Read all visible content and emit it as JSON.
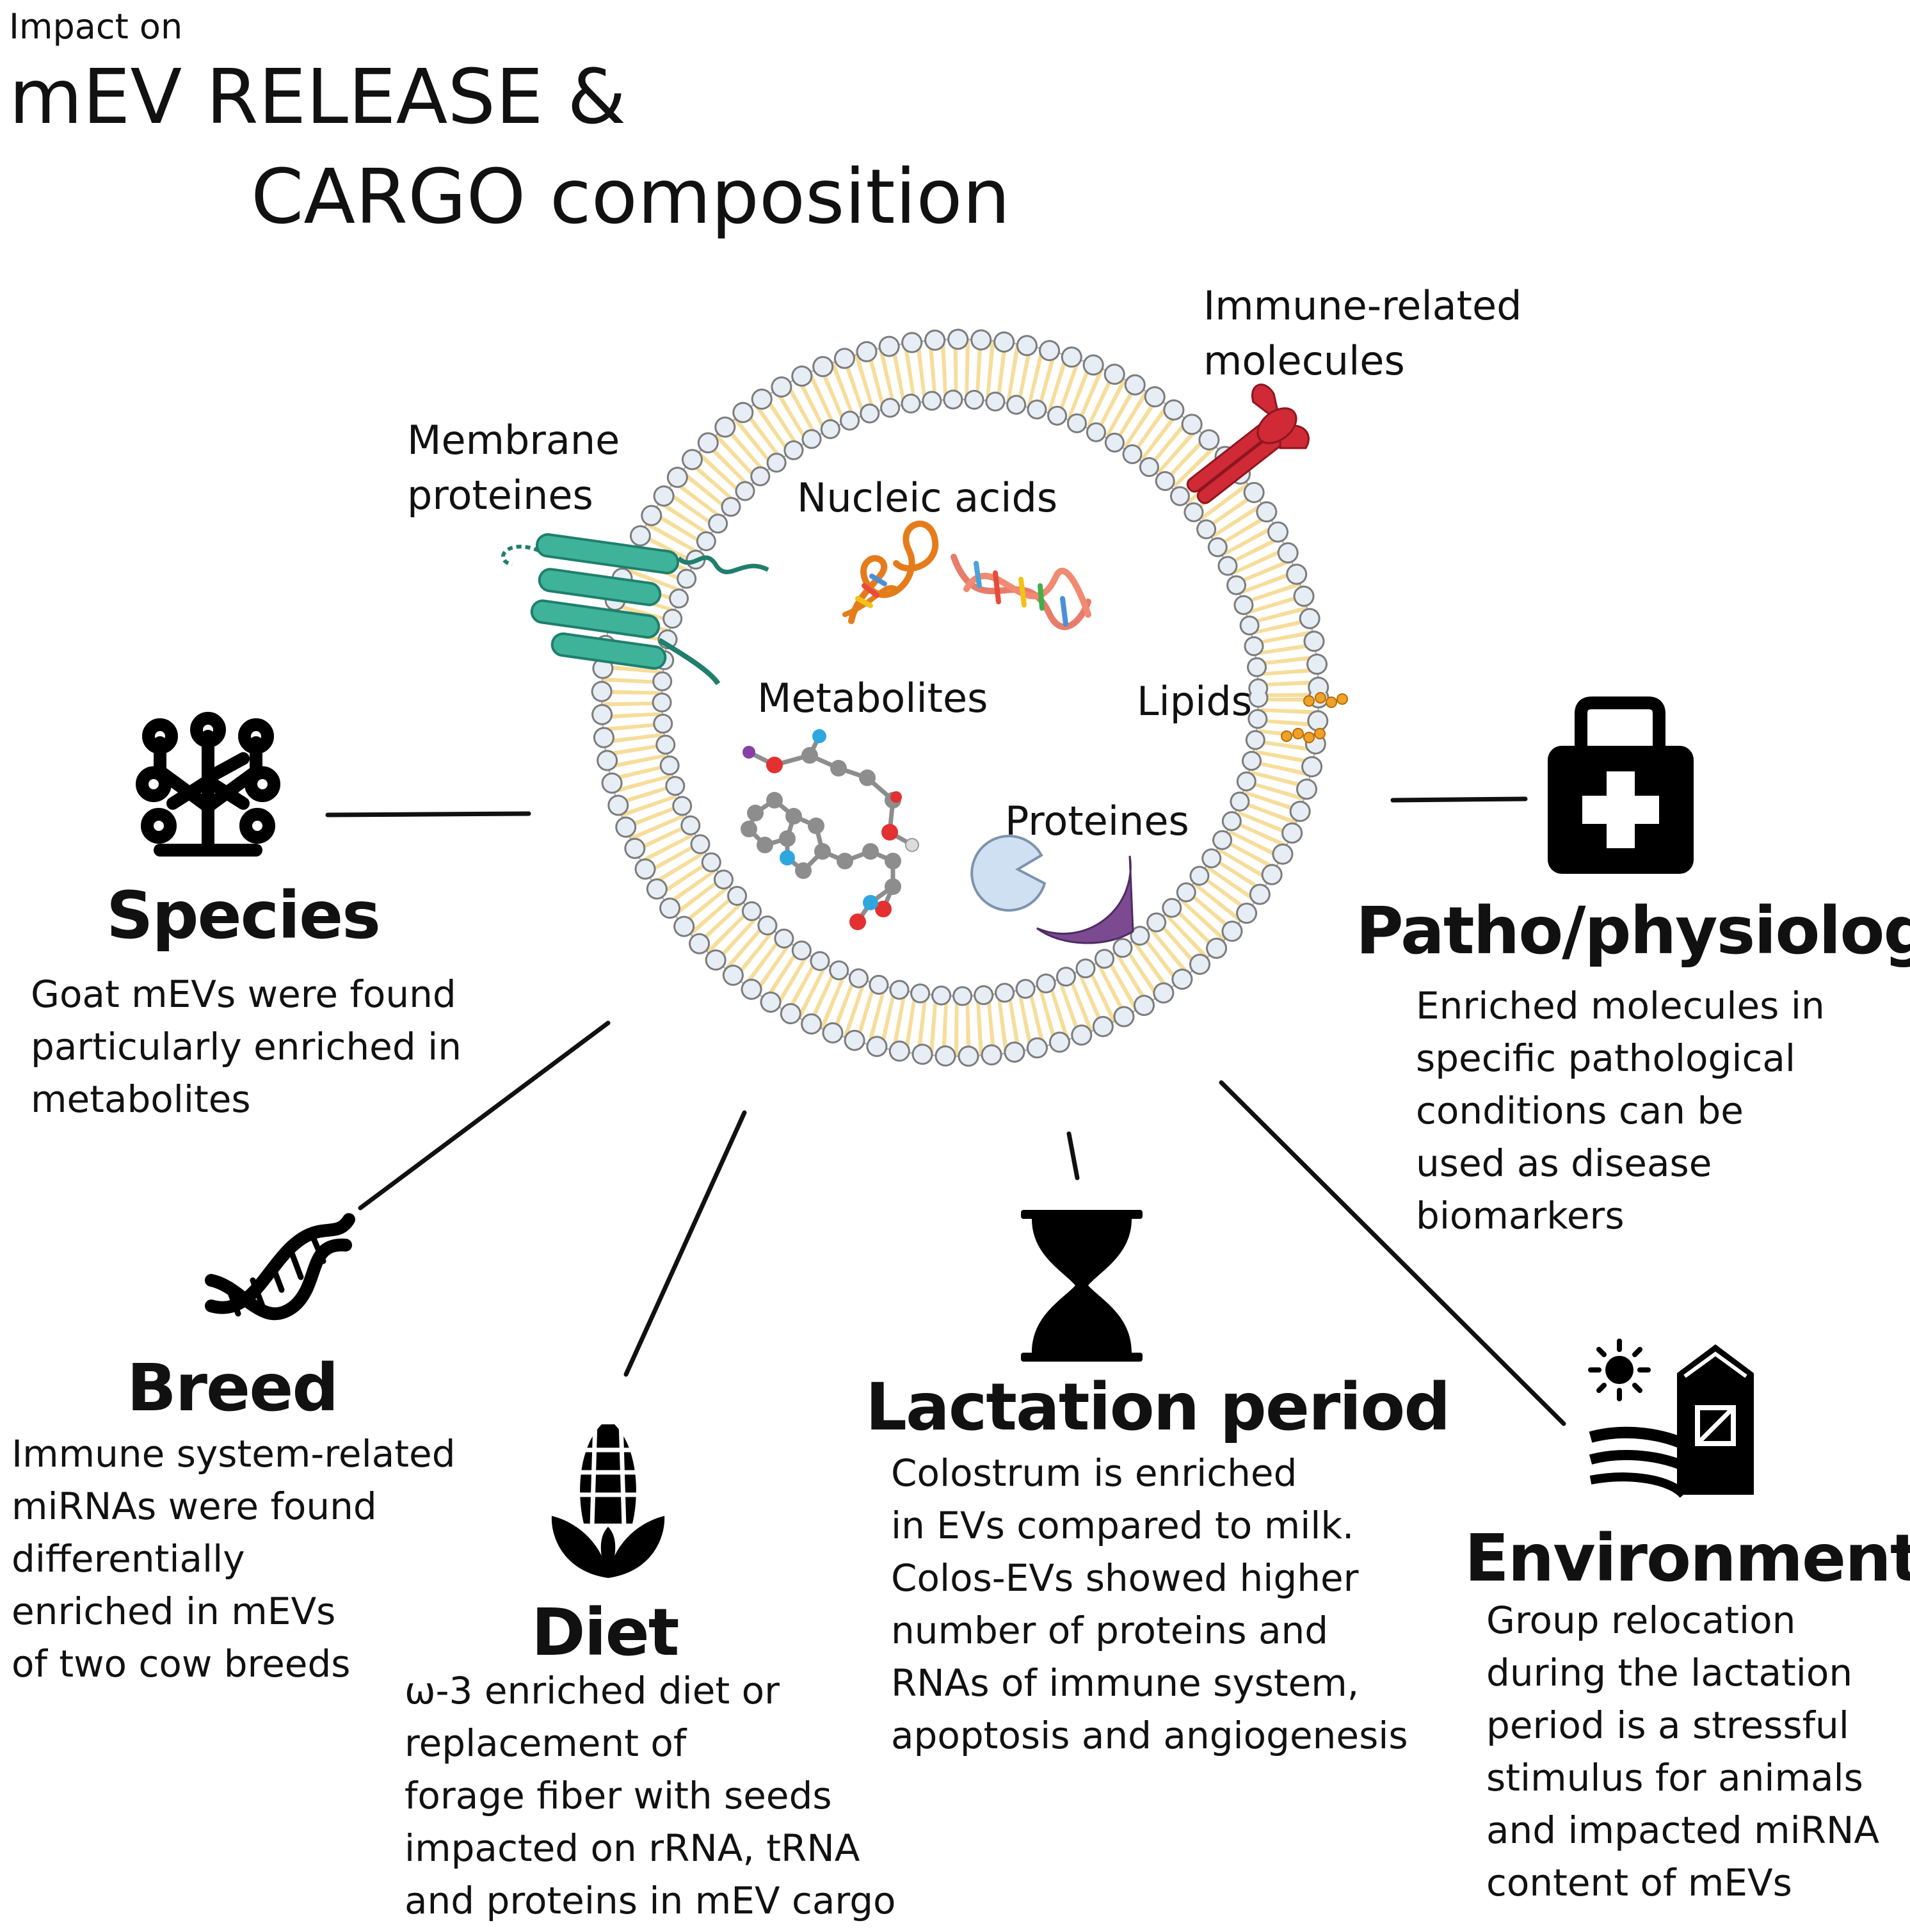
{
  "title": {
    "small": "Impact on",
    "line1": "mEV RELEASE  &",
    "line2": "CARGO composition"
  },
  "vesicle_labels": {
    "immune": [
      "Immune-related",
      "molecules"
    ],
    "membrane": [
      "Membrane",
      "proteines"
    ],
    "nucleic": "Nucleic acids",
    "metabolites": "Metabolites",
    "lipids": "Lipids",
    "proteines": "Proteines"
  },
  "factors": {
    "species": {
      "title": "Species",
      "icon": "tree-network-icon",
      "lines": [
        "Goat mEVs were found",
        "particularly enriched in",
        "metabolites"
      ]
    },
    "patho": {
      "title": "Patho/physiology",
      "icon": "medical-kit-icon",
      "lines": [
        "Enriched molecules in",
        "specific pathological",
        "conditions can be",
        "used as disease",
        "biomarkers"
      ]
    },
    "breed": {
      "title": "Breed",
      "icon": "dna-icon",
      "lines": [
        "Immune system-related",
        "miRNAs were found",
        "differentially",
        "enriched in mEVs",
        "of two cow breeds"
      ]
    },
    "diet": {
      "title": "Diet",
      "icon": "corn-icon",
      "lines": [
        "ω-3 enriched diet or",
        "replacement of",
        "forage fiber with seeds",
        "impacted on rRNA, tRNA",
        "and proteins in mEV cargo"
      ]
    },
    "lactation": {
      "title": "Lactation period",
      "icon": "hourglass-icon",
      "lines": [
        "Colostrum is enriched",
        "in EVs compared to milk.",
        "Colos-EVs showed higher",
        "number of proteins and",
        "RNAs of immune system,",
        "apoptosis and angiogenesis"
      ]
    },
    "environment": {
      "title": "Environment",
      "icon": "farm-sun-icon",
      "lines": [
        "Group relocation",
        "during the lactation",
        "period is a stressful",
        "stimulus for animals",
        "and impacted miRNA",
        "content of mEVs"
      ]
    }
  },
  "colors": {
    "lipid_tail": "#f6dd9a",
    "head": "#e6edf5",
    "head_stroke": "#7c7c7c",
    "membrane_protein": "#3fb39a",
    "immune_receptor": "#cf2a36",
    "protein_light": "#cfe0f3",
    "protein_purple": "#7b4a91"
  }
}
